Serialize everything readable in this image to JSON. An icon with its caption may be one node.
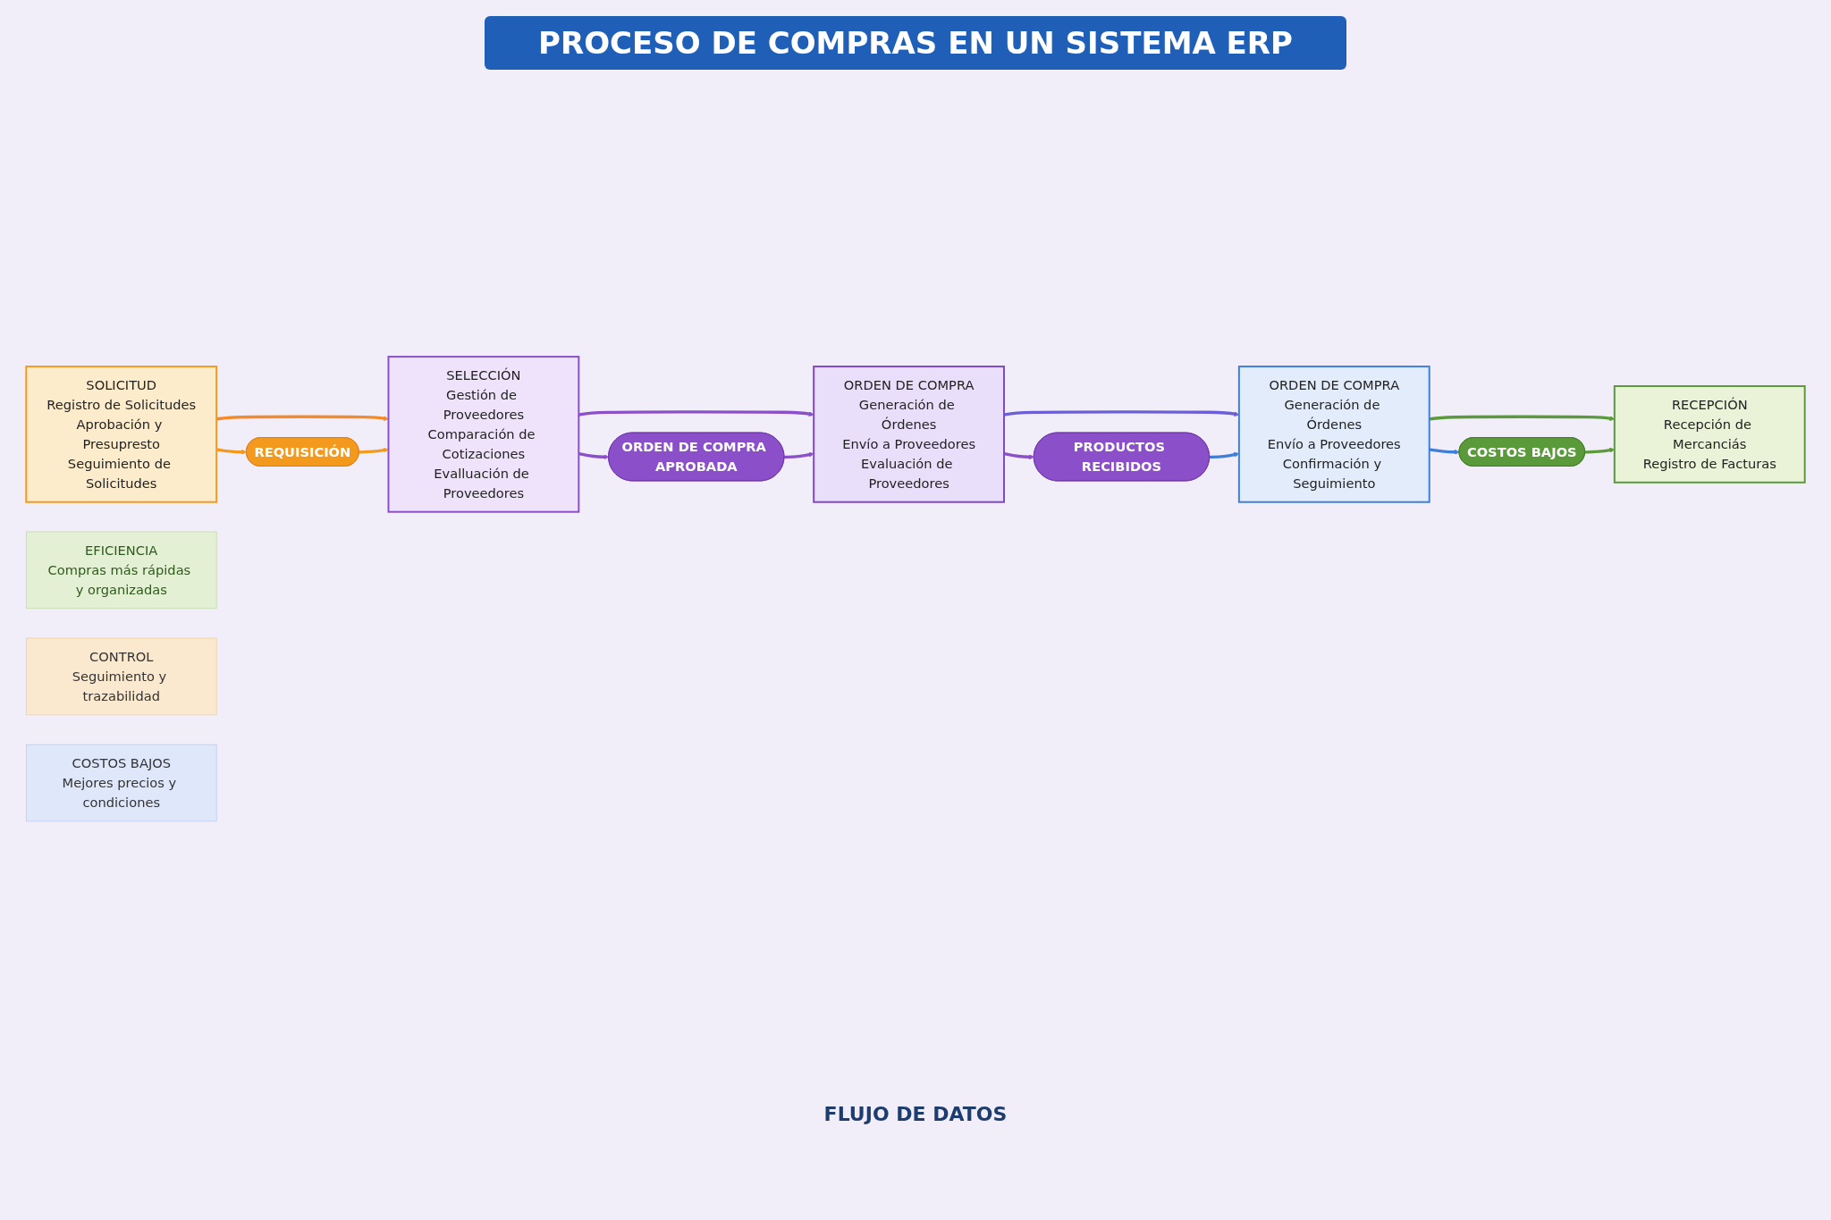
{
  "diagram": {
    "title": "PROCESO DE COMPRAS EN UN SISTEMA ERP",
    "nodes": [
      {
        "text": [
          "SOLICITUD",
          "Registro de Solicitudes",
          "Aprobación y Presupresto",
          "Seguimiento de Solicitudes"
        ]
      },
      {
        "text": [
          "SELECCIÓN",
          "Gestión de Proveedores",
          "Comparación de Cotizaciones",
          "Evalluación de Proveedores"
        ]
      },
      {
        "text": [
          "ORDEN DE COMPRA",
          "Generación de Órdenes",
          "Envío a Proveedores",
          "Evaluación de Proveedores"
        ]
      },
      {
        "text": [
          "ORDEN DE COMPRA",
          "Generación de Órdenes",
          "Envío a Proveedores",
          "Confirmación y Seguimiento"
        ]
      },
      {
        "text": [
          "RECEPCIÓN",
          "Recepción de Mercanciás",
          "Registro de Facturas"
        ]
      },
      {
        "text": [
          "REQUISICIÓN"
        ]
      },
      {
        "text": [
          "ORDEN DE COMPRA APROBADA"
        ]
      },
      {
        "text": [
          "PRODUCTOS RECIBIDOS"
        ]
      },
      {
        "text": [
          "COSTOS BAJOS"
        ]
      },
      {
        "text": [
          "EFICIENCIA",
          "Compras más rápidas y organizadas"
        ]
      },
      {
        "text": [
          "CONTROL",
          "Seguimiento y trazabilidad"
        ]
      },
      {
        "text": [
          "COSTOS BAJOS",
          "Mejores precios y condiciones"
        ]
      }
    ],
    "edges": [
      {
        "from": 0,
        "to": 1,
        "arrow": "to",
        "color": "#f28a2e"
      },
      {
        "from": 1,
        "to": 2,
        "arrow": "to",
        "color": "#8a4fc9"
      },
      {
        "from": 2,
        "to": 3,
        "arrow": "to",
        "color": "#6a5fd8"
      },
      {
        "from": 3,
        "to": 4,
        "arrow": "to",
        "color": "#5a9a3a"
      },
      {
        "from": 0,
        "to": 5,
        "arrow": "to",
        "color": "#f39a1e"
      },
      {
        "from": 5,
        "to": 1,
        "arrow": "to",
        "color": "#f39a1e"
      },
      {
        "from": 1,
        "to": 6,
        "arrow": "to",
        "color": "#8a4fc9"
      },
      {
        "from": 6,
        "to": 2,
        "arrow": "to",
        "color": "#8a4fc9"
      },
      {
        "from": 2,
        "to": 7,
        "arrow": "to",
        "color": "#8a4fc9"
      },
      {
        "from": 7,
        "to": 3,
        "arrow": "to",
        "color": "#3f7fd8"
      },
      {
        "from": 3,
        "to": 8,
        "arrow": "to",
        "color": "#3f7fd8"
      },
      {
        "from": 8,
        "to": 4,
        "arrow": "to",
        "color": "#5a9a3a"
      }
    ],
    "labels": [
      "FLUJO DE DATOS"
    ]
  }
}
